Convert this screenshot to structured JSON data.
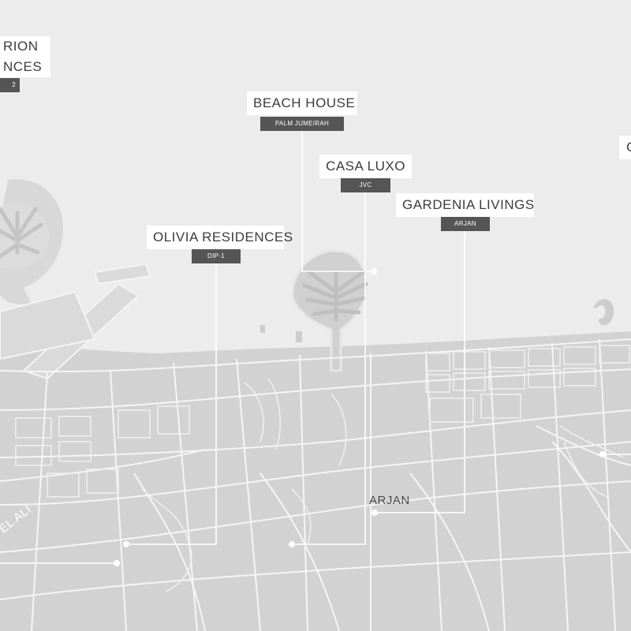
{
  "colors": {
    "sea": "#ececec",
    "land": "#d2d2d2",
    "roads": "#f7f7f7",
    "label_bg": "#ffffff",
    "tag_bg": "#555555",
    "leader": "#ffffff"
  },
  "labels": {
    "orion": {
      "name_line1": "RION",
      "name_line2": "NCES",
      "tag": "2"
    },
    "beach_house": {
      "name": "BEACH HOUSE",
      "tag": "PALM JUMEIRAH"
    },
    "casa_luxo": {
      "name": "CASA LUXO",
      "tag": "JVC"
    },
    "gardenia": {
      "name": "GARDENIA LIVINGS",
      "tag": "ARJAN"
    },
    "olivia": {
      "name": "OLIVIA RESIDENCES",
      "tag": "DIP-1"
    },
    "right_edge": {
      "name": "C"
    }
  },
  "areas": {
    "arjan": "ARJAN",
    "jebel_ali": "EL ALI"
  }
}
